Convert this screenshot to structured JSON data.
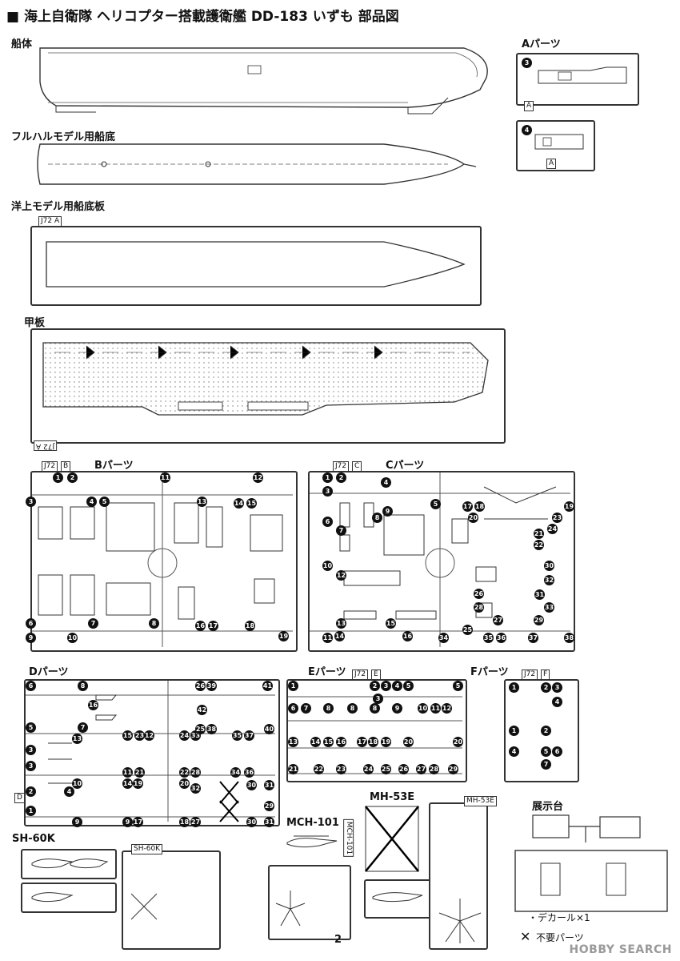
{
  "title": "■ 海上自衛隊 ヘリコプター搭載護衛艦 DD-183 いずも 部品図",
  "sections": {
    "hull": "船体",
    "full_hull_bottom": "フルハルモデル用船底",
    "waterline_plate": "洋上モデル用船底板",
    "deck": "甲板",
    "a_parts": "Aパーツ",
    "b_parts": "Bパーツ",
    "c_parts": "Cパーツ",
    "d_parts": "Dパーツ",
    "e_parts": "Eパーツ",
    "f_parts": "Fパーツ",
    "mh53e": "MH-53E",
    "mch101": "MCH-101",
    "sh60k": "SH-60K",
    "stand": "展示台"
  },
  "tags": {
    "j72": "J72",
    "a": "A",
    "b": "B",
    "c": "C",
    "e": "E",
    "f": "F",
    "d": "D",
    "j72a": "J72 A",
    "mh53e_tag": "MH-53E",
    "mch101_tag": "MCH-101",
    "sh60k_tag": "SH-60K"
  },
  "legend": {
    "decal": "・デカール×1",
    "unused": "不要パーツ"
  },
  "page_number": "2",
  "watermark": "HOBBY SEARCH",
  "numbers": {
    "b": [
      "1",
      "2",
      "3",
      "4",
      "5",
      "6",
      "7",
      "8",
      "9",
      "10",
      "11",
      "12",
      "13",
      "14",
      "15",
      "16",
      "17",
      "18",
      "19"
    ],
    "c": [
      "1",
      "2",
      "3",
      "4",
      "5",
      "6",
      "7",
      "8",
      "9",
      "10",
      "11",
      "12",
      "13",
      "14",
      "15",
      "16",
      "17",
      "18",
      "19",
      "20",
      "21",
      "22",
      "23",
      "24",
      "25",
      "26",
      "27",
      "28",
      "29",
      "30",
      "31",
      "32",
      "33",
      "34",
      "35",
      "36",
      "37",
      "38"
    ],
    "d": [
      "1",
      "2",
      "3",
      "4",
      "5",
      "6",
      "7",
      "8",
      "9",
      "10",
      "11",
      "12",
      "13",
      "14",
      "15",
      "16",
      "17",
      "18",
      "19",
      "20",
      "21",
      "22",
      "23",
      "24",
      "25",
      "26",
      "27",
      "28",
      "29",
      "30",
      "31",
      "32",
      "33",
      "34",
      "35",
      "36",
      "37",
      "38",
      "39",
      "40",
      "41",
      "42"
    ],
    "e": [
      "1",
      "2",
      "3",
      "4",
      "5",
      "6",
      "7",
      "8",
      "9",
      "10",
      "11",
      "12",
      "13",
      "14",
      "15",
      "16",
      "17",
      "18",
      "19",
      "20",
      "21",
      "22",
      "23",
      "24",
      "25",
      "26",
      "27",
      "28",
      "29"
    ],
    "f": [
      "1",
      "2",
      "3",
      "4",
      "5",
      "6",
      "7"
    ],
    "a": [
      "3",
      "4"
    ]
  }
}
